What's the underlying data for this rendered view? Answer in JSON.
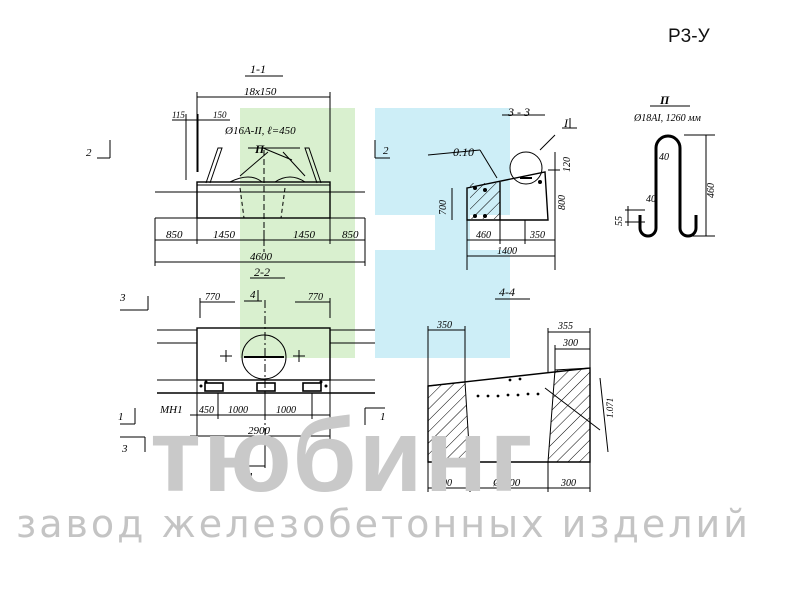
{
  "drawing_code": "Р3-У",
  "brand_name": "тюбинг",
  "brand_tagline": "завод железобетонных изделий",
  "colors": {
    "logo_green": "#d9f0cf",
    "logo_cyan": "#cdeef7",
    "watermark_gray": "#c9c9c9",
    "line": "#000000"
  },
  "section_1_1": {
    "title": "1-1",
    "rebar_spacing": "18x150",
    "dim_115": "115",
    "dim_150": "150",
    "rebar_note": "Ø16A-II, ℓ=450",
    "loop_mark": "П",
    "dim_left_850": "850",
    "dim_left_1450": "1450",
    "dim_right_1450": "1450",
    "dim_right_850": "850",
    "total_length": "4600",
    "cut_left": "2",
    "cut_right": "2"
  },
  "section_3_3": {
    "title": "3 - 3",
    "slope": "0.10",
    "marker": "I",
    "dim_700": "700",
    "dim_800": "800",
    "dim_120": "120",
    "dim_460": "460",
    "dim_350": "350",
    "dim_1400": "1400"
  },
  "loop_detail": {
    "title": "П",
    "spec": "Ø18AI, 1260 мм",
    "dim_40_top": "40",
    "dim_40_bottom": "40",
    "dim_460": "460",
    "dim_55": "55"
  },
  "section_2_2": {
    "title": "2-2",
    "dim_770_left": "770",
    "dim_770_right": "770",
    "cut_3_top": "3",
    "cut_4_top": "4",
    "cut_1": "1",
    "cut_1_right": "1",
    "cut_3_bottom": "3",
    "cut_4_bottom": "4",
    "plate_mark": "МН1",
    "dim_450": "450",
    "dim_1000_left": "1000",
    "dim_1000_right": "1000",
    "total_length": "2900"
  },
  "section_4_4": {
    "title": "4-4",
    "dim_350": "350",
    "dim_355": "355",
    "dim_300_top": "300",
    "dim_1071": "1.071",
    "dim_300_left": "300",
    "diameter": "Ø 800",
    "dim_300_right": "300"
  }
}
